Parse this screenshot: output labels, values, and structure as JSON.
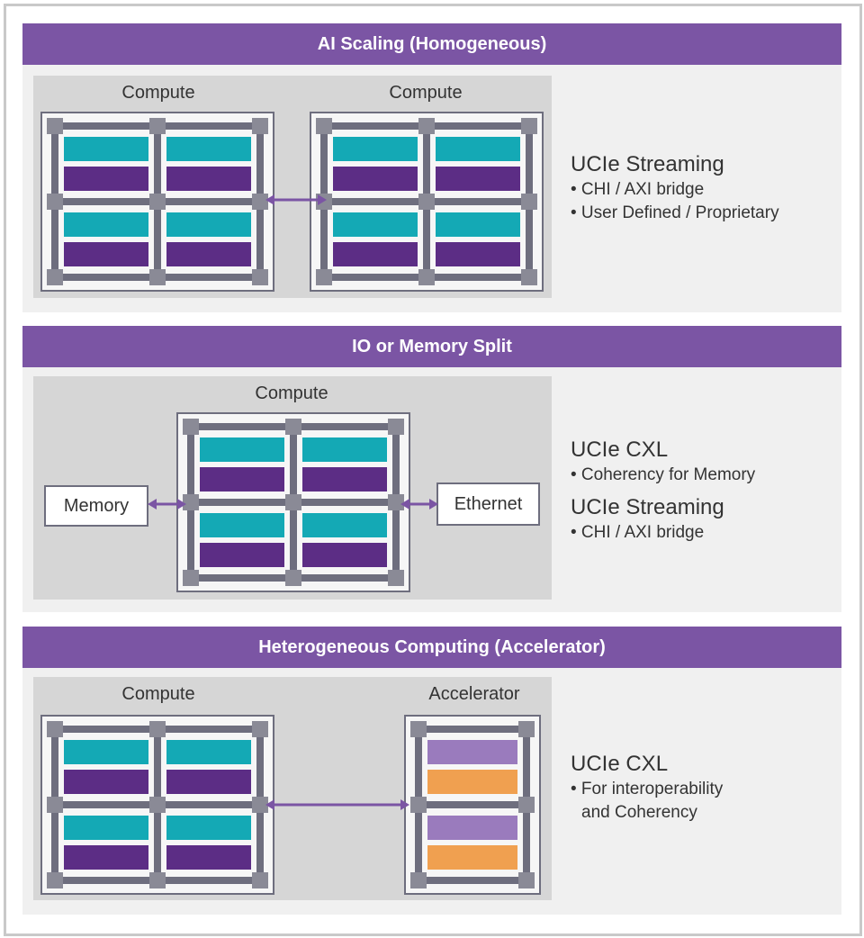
{
  "colors": {
    "banner": "#7b55a4",
    "cell_teal": "#14a9b5",
    "cell_purple": "#5c2d85",
    "cell_lilac": "#9a7bbd",
    "cell_orange": "#f0a050",
    "grid": "#6e6e7e",
    "node": "#8a8a96",
    "arrow": "#7b55a4"
  },
  "sections": [
    {
      "banner": "AI Scaling (Homogeneous)",
      "blocks": [
        "Compute",
        "Compute"
      ],
      "protocols": [
        {
          "title": "UCIe Streaming",
          "items": [
            "• CHI / AXI bridge",
            "• User Defined / Proprietary"
          ]
        }
      ]
    },
    {
      "banner": "IO or Memory Split",
      "blocks": [
        "Compute"
      ],
      "side_left": "Memory",
      "side_right": "Ethernet",
      "protocols": [
        {
          "title": "UCIe CXL",
          "items": [
            "• Coherency for Memory"
          ]
        },
        {
          "title": "UCIe Streaming",
          "items": [
            "• CHI / AXI bridge"
          ]
        }
      ]
    },
    {
      "banner": "Heterogeneous Computing (Accelerator)",
      "blocks": [
        "Compute",
        "Accelerator"
      ],
      "protocols": [
        {
          "title": "UCIe CXL",
          "items": [
            "• For interoperability",
            "and Coherency"
          ]
        }
      ]
    }
  ]
}
